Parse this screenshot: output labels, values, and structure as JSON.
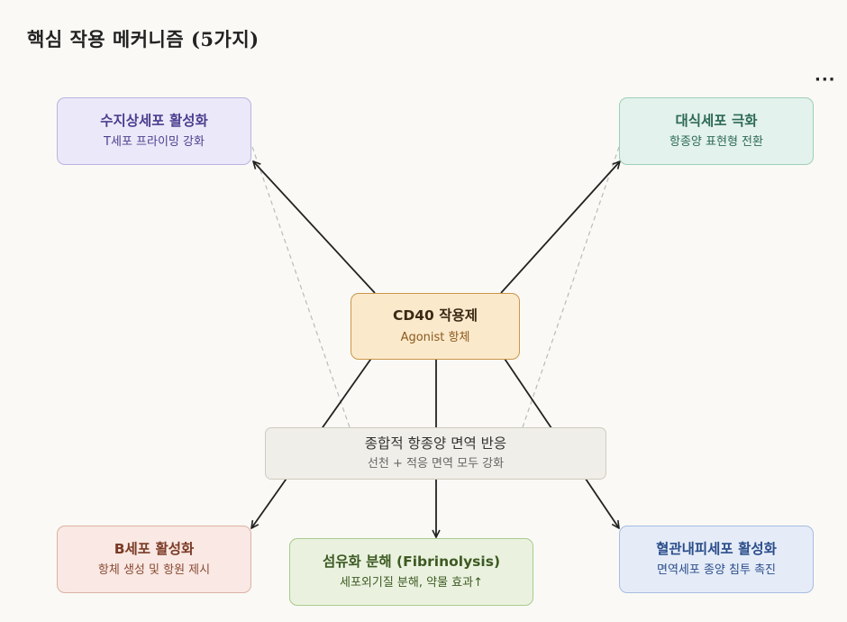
{
  "page": {
    "title": "핵심 작용 메커니즘 (5가지)",
    "more_label": "···"
  },
  "nodes": {
    "dendritic": {
      "title": "수지상세포 활성화",
      "subtitle": "T세포 프라이밍 강화"
    },
    "macrophage": {
      "title": "대식세포 극화",
      "subtitle": "항종양 표현형 전환"
    },
    "center": {
      "title": "CD40 작용제",
      "subtitle": "Agonist 항체"
    },
    "integrated": {
      "title": "종합적 항종양 면역 반응",
      "subtitle": "선천 + 적응 면역 모두 강화"
    },
    "bcell": {
      "title": "B세포 활성화",
      "subtitle": "항체 생성 및 항원 제시"
    },
    "fibrinolysis": {
      "title": "섬유화 분해 (Fibrinolysis)",
      "subtitle": "세포외기질 분해, 약물 효과↑"
    },
    "endothelial": {
      "title": "혈관내피세포 활성화",
      "subtitle": "면역세포 종양 침투 촉진"
    }
  },
  "edges": {
    "solid_arrows": [
      {
        "from": "center",
        "to": "dendritic"
      },
      {
        "from": "center",
        "to": "macrophage"
      },
      {
        "from": "center",
        "to": "bcell"
      },
      {
        "from": "center",
        "to": "fibrinolysis"
      },
      {
        "from": "center",
        "to": "endothelial"
      }
    ],
    "dashed_links": [
      {
        "from": "dendritic",
        "to": "integrated"
      },
      {
        "from": "macrophage",
        "to": "integrated"
      }
    ]
  },
  "colors": {
    "arrow": "#222222",
    "dashed": "#bbbbbb",
    "background": "#faf9f5"
  }
}
